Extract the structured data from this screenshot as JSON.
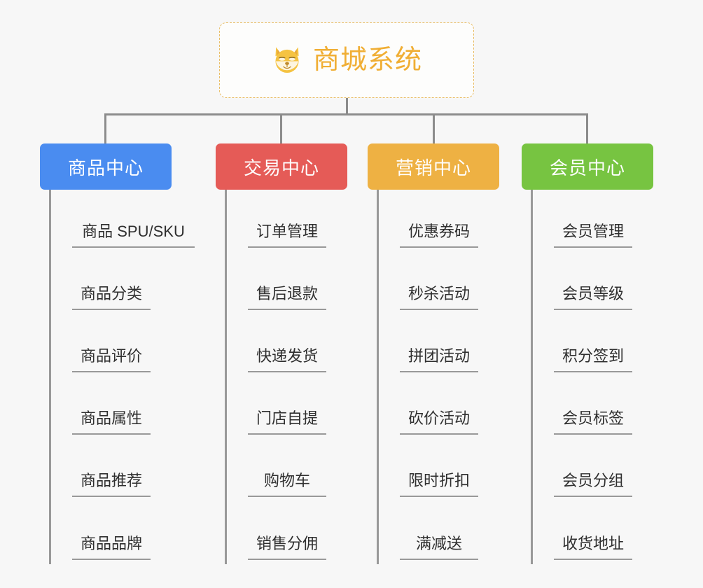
{
  "root": {
    "title": "商城系统",
    "icon": "dog-face-emoji",
    "border_color": "#e8bc63",
    "text_color": "#f0ae34"
  },
  "colors": {
    "background": "#f7f7f7",
    "connector": "#8c8c8c",
    "leaf_line": "#999999",
    "leaf_text": "#2f2f2f",
    "product_center": "#4a8cf0",
    "trade_center": "#e55b57",
    "marketing_center": "#eeb143",
    "member_center": "#77c441"
  },
  "branches": [
    {
      "label": "商品中心",
      "color": "#4a8cf0",
      "items": [
        "商品 SPU/SKU",
        "商品分类",
        "商品评价",
        "商品属性",
        "商品推荐",
        "商品品牌"
      ]
    },
    {
      "label": "交易中心",
      "color": "#e55b57",
      "items": [
        "订单管理",
        "售后退款",
        "快递发货",
        "门店自提",
        "购物车",
        "销售分佣"
      ]
    },
    {
      "label": "营销中心",
      "color": "#eeb143",
      "items": [
        "优惠券码",
        "秒杀活动",
        "拼团活动",
        "砍价活动",
        "限时折扣",
        "满减送"
      ]
    },
    {
      "label": "会员中心",
      "color": "#77c441",
      "items": [
        "会员管理",
        "会员等级",
        "积分签到",
        "会员标签",
        "会员分组",
        "收货地址"
      ]
    }
  ]
}
